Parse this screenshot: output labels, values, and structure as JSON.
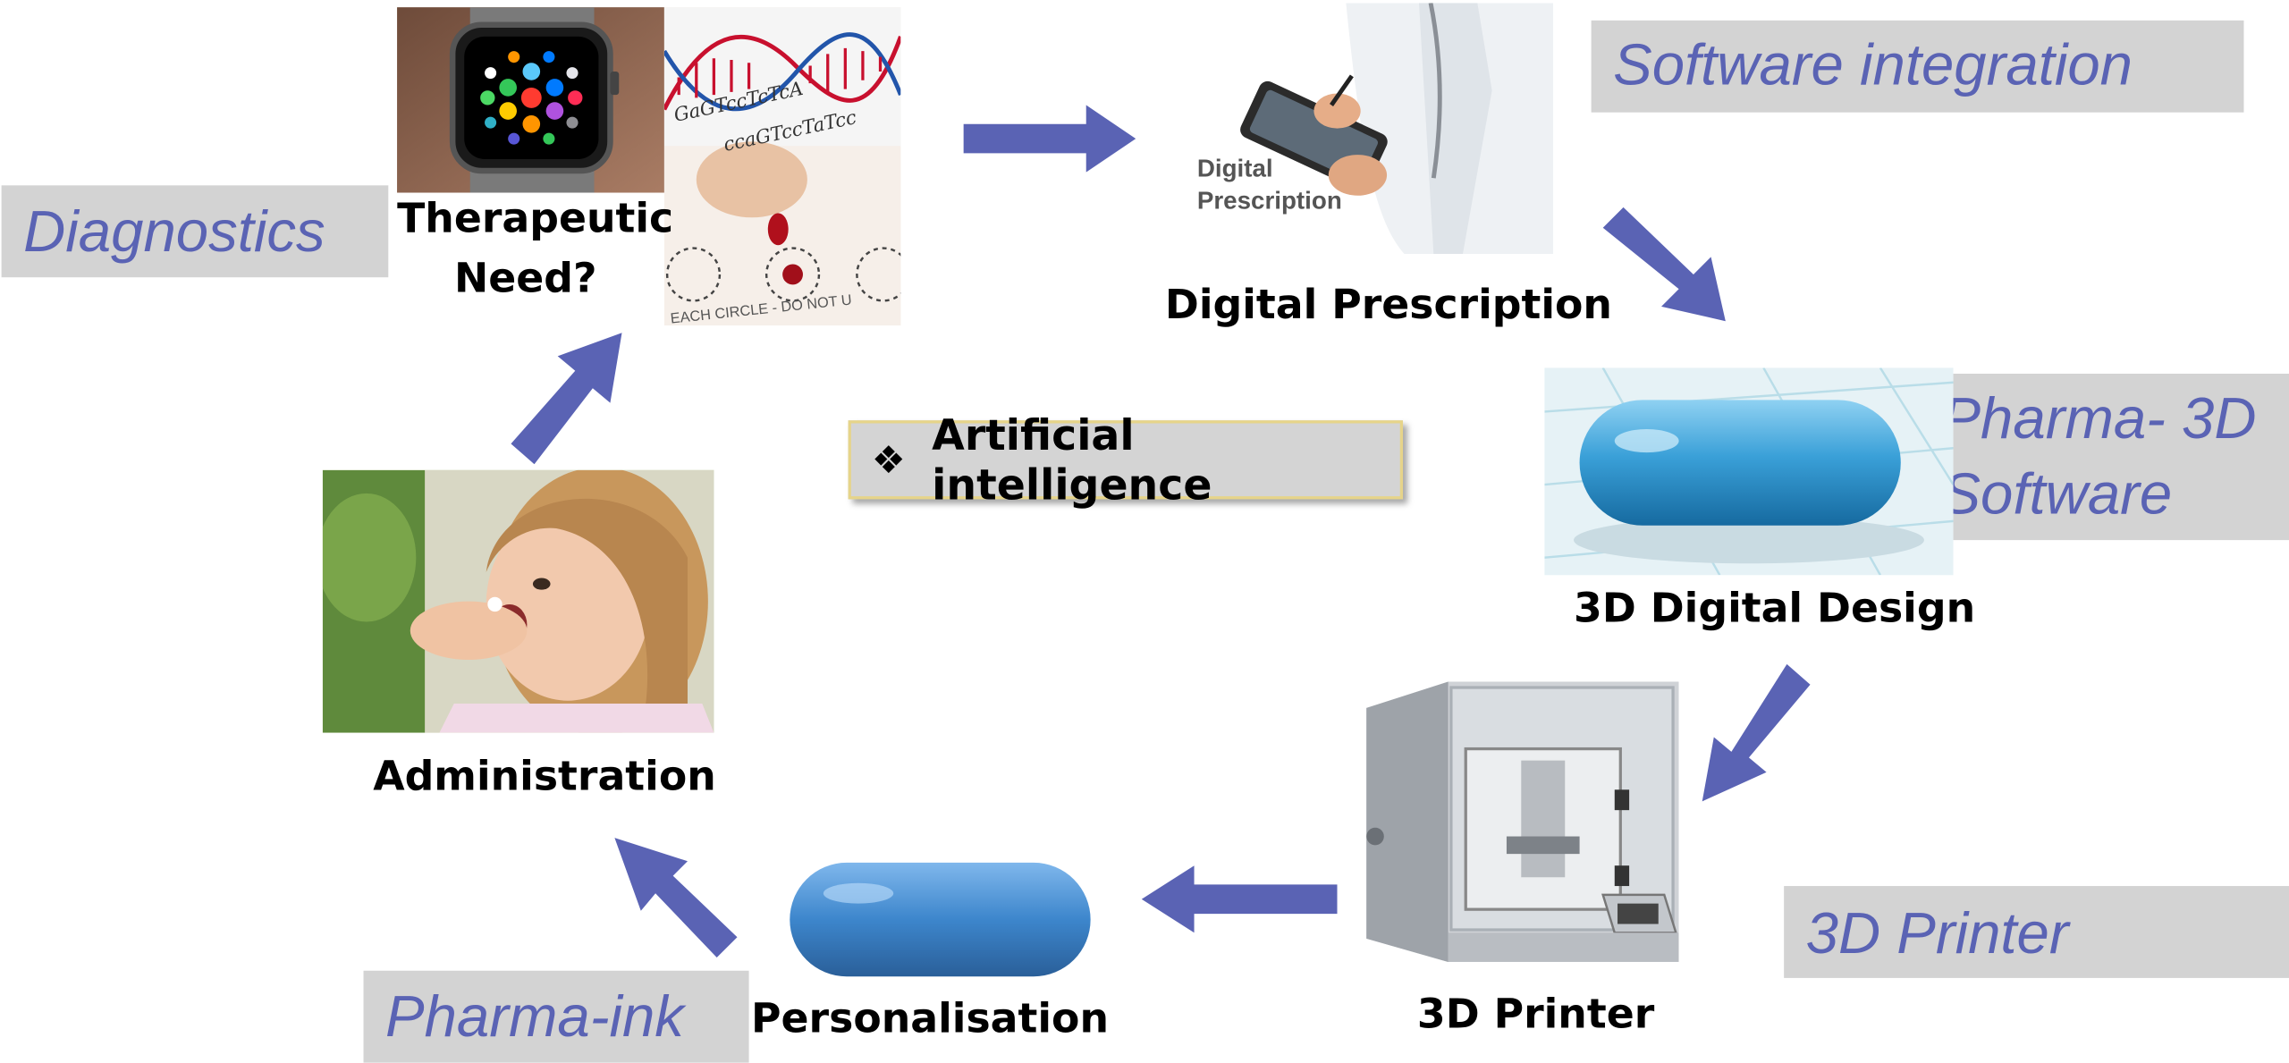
{
  "labels": {
    "diagnostics": "Diagnostics",
    "software_integration": "Software integration",
    "pharma_3d_software_line1": "Pharma- 3D",
    "pharma_3d_software_line2": "Software",
    "printer_3d": "3D Printer",
    "pharma_ink": "Pharma-ink"
  },
  "captions": {
    "therapeutic_need_line1": "Therapeutic",
    "therapeutic_need_line2": "Need?",
    "digital_prescription": "Digital Prescription",
    "digital_design": "3D Digital Design",
    "printer": "3D Printer",
    "personalisation": "Personalisation",
    "administration": "Administration"
  },
  "center": {
    "bullet": "❖",
    "text": "Artificial intelligence"
  },
  "tablet_text": {
    "line1": "Digital",
    "line2": "Prescription"
  },
  "dna_text": {
    "line1": "GaGTccTcTcA",
    "line2": "ccaGTccTaTcc"
  },
  "card_text": "EACH CIRCLE - DO NOT U",
  "colors": {
    "accent": "#5a63b4",
    "arrow": "#5a63b4",
    "label_bg": "#d3d3d3",
    "pill": "#3d8fd1"
  }
}
